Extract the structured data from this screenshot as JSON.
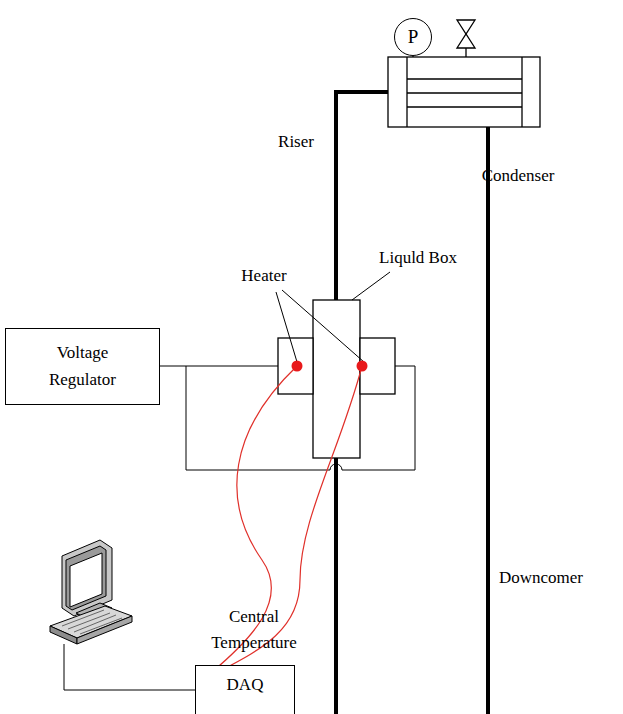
{
  "diagram": {
    "nodes": [
      {
        "text": [
          "P"
        ]
      },
      {
        "text": [
          "Voltage Regulator"
        ]
      },
      {
        "text": [
          "DAQ"
        ]
      }
    ],
    "labels": [
      "Riser",
      "Condenser",
      "Liquld Box",
      "Heater",
      "Downcomer",
      "Central Temperature"
    ]
  }
}
